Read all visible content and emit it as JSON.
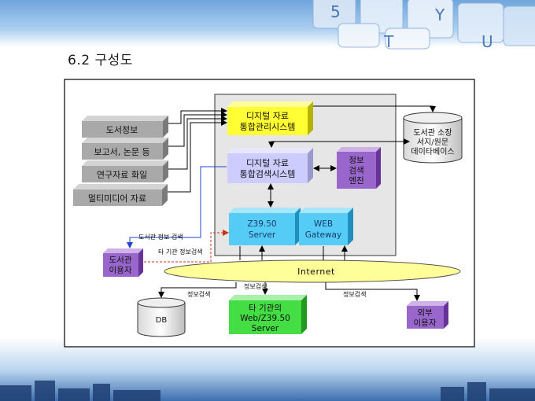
{
  "slide": {
    "title": "6.2 구성도"
  },
  "diagram": {
    "sources": [
      {
        "label": "도서정보"
      },
      {
        "label": "보고서, 논문 등"
      },
      {
        "label": "연구자료 화일"
      },
      {
        "label": "멀티미디어 자료"
      }
    ],
    "system_a": {
      "line1": "디지털 자료",
      "line2": "통합관리시스템"
    },
    "system_b": {
      "line1": "디지털 자료",
      "line2": "통합검색시스템"
    },
    "search_engine": {
      "line1": "정보",
      "line2": "검색",
      "line3": "엔진"
    },
    "database": {
      "line1": "도서관 소장",
      "line2": "서지/원문",
      "line3": "데이타베이스"
    },
    "z3950": {
      "line1": "Z39.50",
      "line2": "Server"
    },
    "web_gateway": {
      "line1": "WEB",
      "line2": "Gateway"
    },
    "library_user": {
      "line1": "도서관",
      "line2": "이용자"
    },
    "internet": {
      "label": "Internet"
    },
    "db": {
      "label": "DB"
    },
    "other_server": {
      "line1": "타 기관의",
      "line2": "Web/Z39.50",
      "line3": "Server"
    },
    "external_user": {
      "line1": "외부",
      "line2": "이용자"
    },
    "edge_labels": {
      "library_search": "도서관 정보 검색",
      "other_search": "타 기관 정보검색",
      "search_db": "정보검색",
      "search_other": "정보검색",
      "search_external": "정보검색"
    },
    "colors": {
      "yellow": "#ffff33",
      "lavender": "#ccccff",
      "purple": "#9966cc",
      "cyan": "#55ccf5",
      "green": "#44dd44",
      "gray": "#a9a9a9",
      "internet": "#ffff99",
      "frame": "#e6e6e6"
    }
  }
}
